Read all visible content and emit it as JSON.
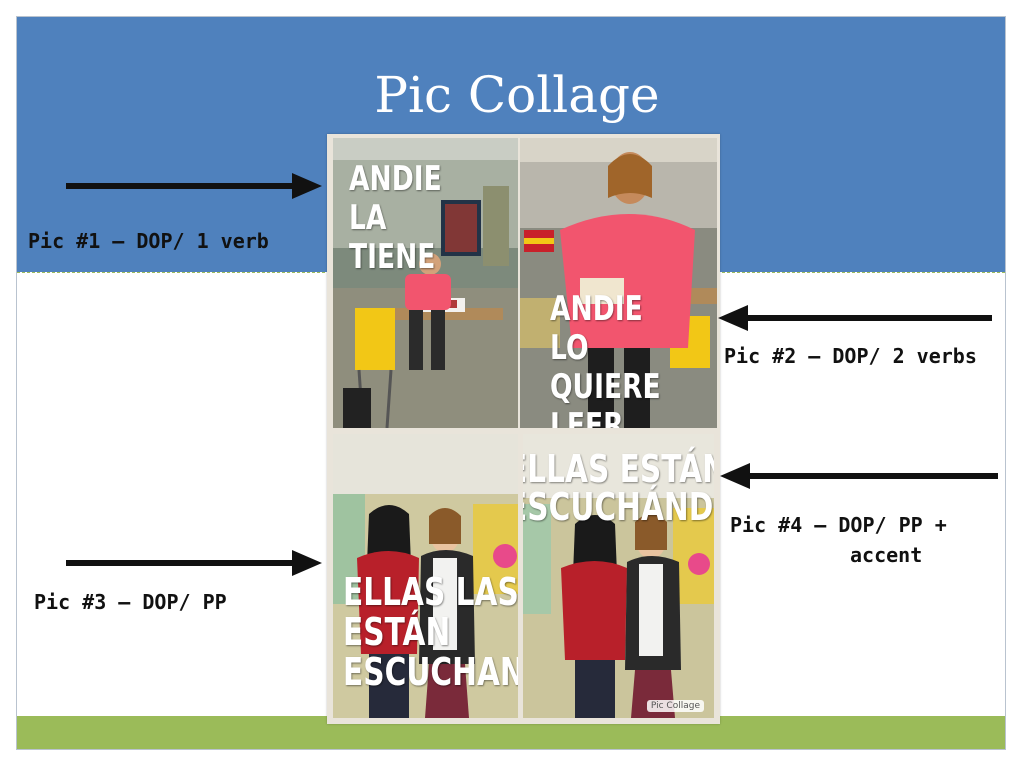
{
  "slide": {
    "title": "Pic Collage",
    "colors": {
      "header": "#4f81bd",
      "footer": "#9bbb59",
      "title_text": "#ffffff",
      "label_text": "#111111"
    }
  },
  "collage": {
    "tiles": [
      {
        "caption": "ANDIE\nLA\nTIENE"
      },
      {
        "caption": "ANDIE LO\nQUIERE\nLEER"
      },
      {
        "caption": "ELLAS LAS\nESTÁN\nESCUCHANDO"
      },
      {
        "caption": "ELLAS ESTÁN\nESCUCHÁNDOLAS"
      }
    ],
    "watermark": "Pic Collage"
  },
  "labels": {
    "pic1": "Pic #1 – DOP/ 1 verb",
    "pic2": "Pic #2 – DOP/ 2 verbs",
    "pic3": "Pic #3 – DOP/ PP",
    "pic4_line1": "Pic #4 – DOP/ PP +",
    "pic4_line2": "accent"
  },
  "icons": [
    "arrow-right-icon",
    "arrow-left-icon"
  ]
}
